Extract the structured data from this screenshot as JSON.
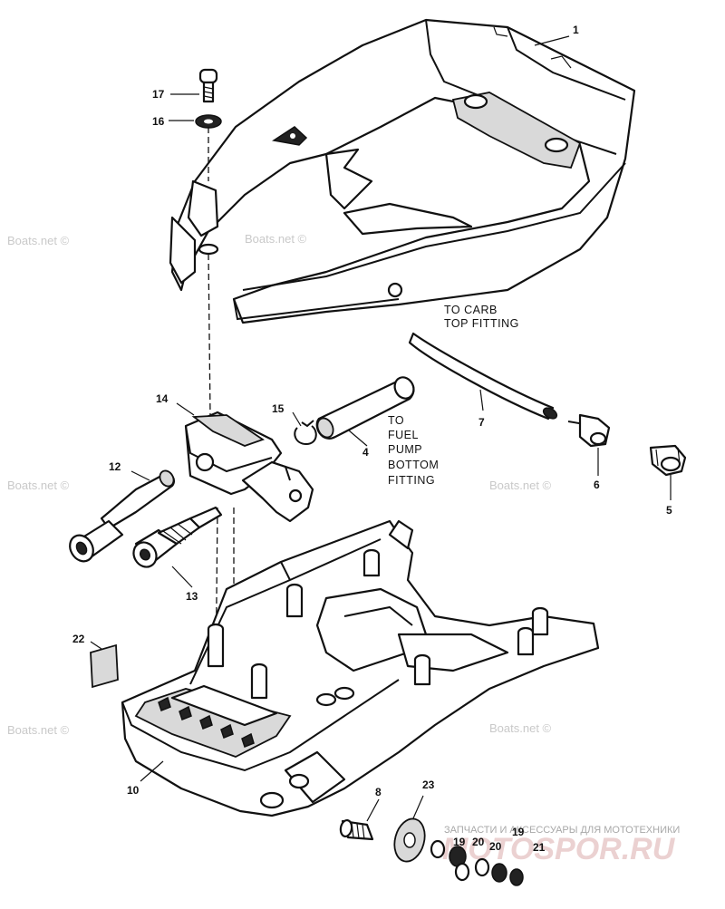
{
  "labels": {
    "p1": "1",
    "p4": "4",
    "p5": "5",
    "p6": "6",
    "p7": "7",
    "p8": "8",
    "p10": "10",
    "p12": "12",
    "p13": "13",
    "p14": "14",
    "p15": "15",
    "p16": "16",
    "p17": "17",
    "p19a": "19",
    "p19b": "19",
    "p20a": "20",
    "p20b": "20",
    "p21": "21",
    "p22": "22",
    "p23": "23"
  },
  "notes": {
    "carb_line1": "TO CARB",
    "carb_line2": "TOP FITTING",
    "fuel_line1": "TO",
    "fuel_line2": "FUEL",
    "fuel_line3": "PUMP",
    "fuel_line4": "BOTTOM",
    "fuel_line5": "FITTING"
  },
  "watermarks": {
    "boats": "Boats.net ©",
    "ru_caption": "ЗАПЧАСТИ И АКСЕССУАРЫ ДЛЯ МОТОТЕХНИКИ",
    "ru_brand": "MOTOSPOR.RU"
  }
}
